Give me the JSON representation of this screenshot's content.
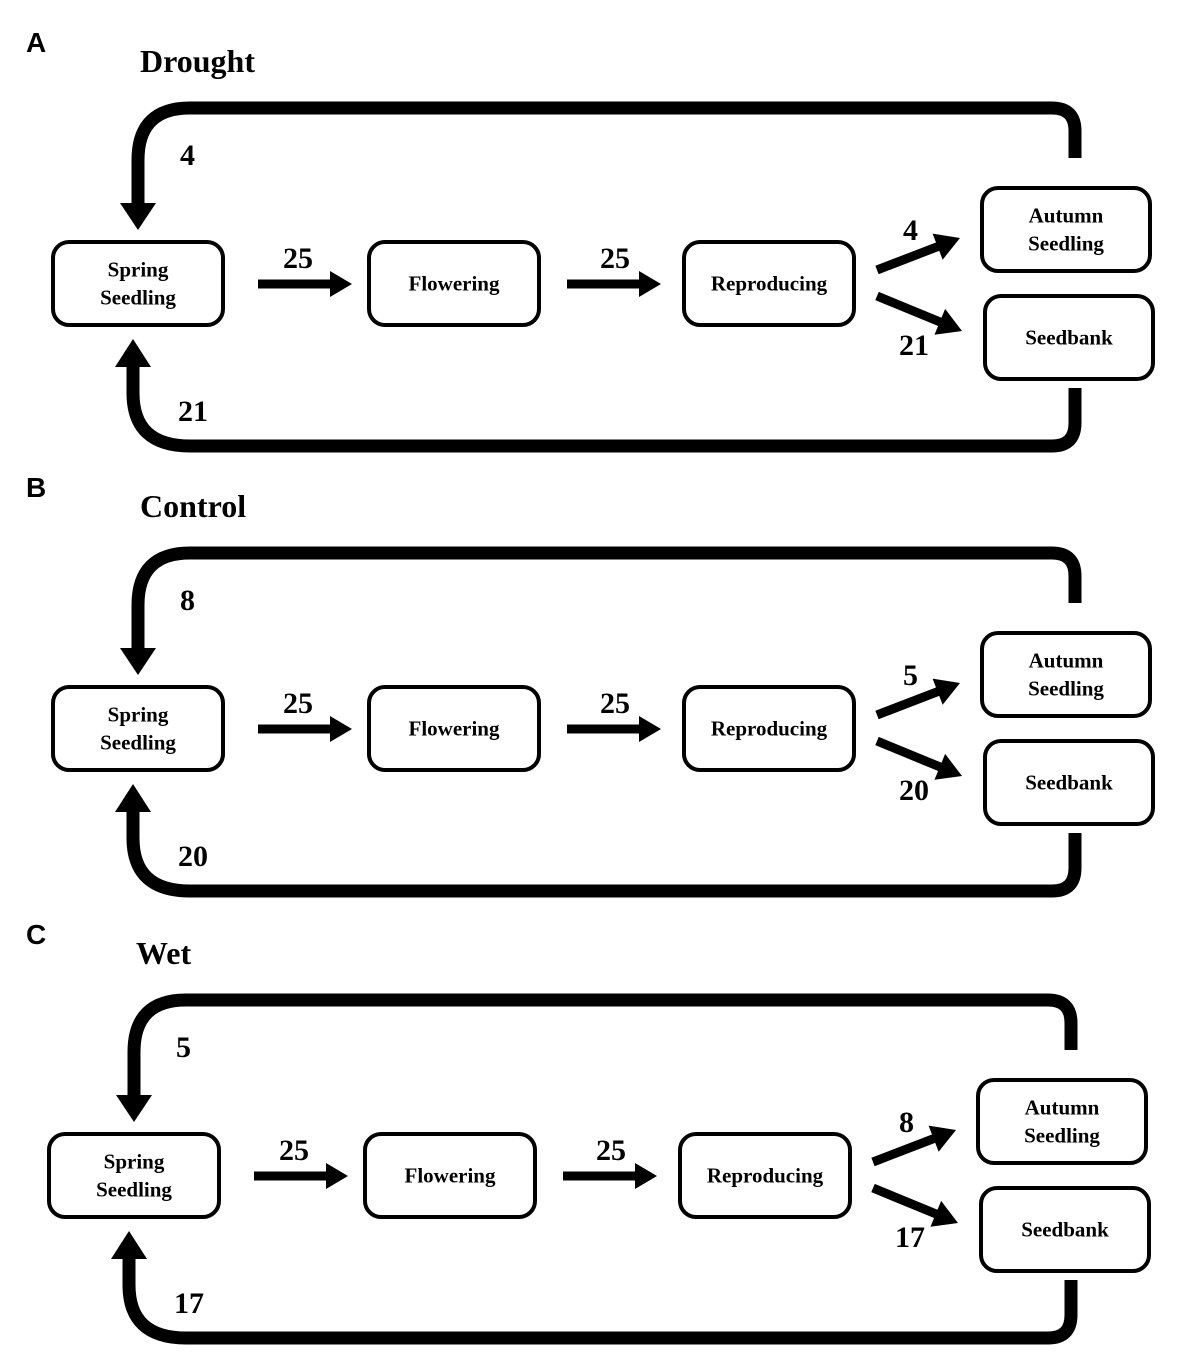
{
  "panels": [
    {
      "letter": "A",
      "title": "Drought",
      "nodes": {
        "spring": [
          "Spring",
          "Seedling"
        ],
        "flowering": [
          "Flowering"
        ],
        "reproducing": [
          "Reproducing"
        ],
        "autumn": [
          "Autumn",
          "Seedling"
        ],
        "seedbank": [
          "Seedbank"
        ]
      },
      "edges": {
        "spring_to_flowering": "25",
        "flowering_to_reproducing": "25",
        "reproducing_to_autumn": "4",
        "reproducing_to_seedbank": "21",
        "autumn_to_spring": "4",
        "seedbank_to_spring": "21"
      }
    },
    {
      "letter": "B",
      "title": "Control",
      "nodes": {
        "spring": [
          "Spring",
          "Seedling"
        ],
        "flowering": [
          "Flowering"
        ],
        "reproducing": [
          "Reproducing"
        ],
        "autumn": [
          "Autumn",
          "Seedling"
        ],
        "seedbank": [
          "Seedbank"
        ]
      },
      "edges": {
        "spring_to_flowering": "25",
        "flowering_to_reproducing": "25",
        "reproducing_to_autumn": "5",
        "reproducing_to_seedbank": "20",
        "autumn_to_spring": "8",
        "seedbank_to_spring": "20"
      }
    },
    {
      "letter": "C",
      "title": "Wet",
      "nodes": {
        "spring": [
          "Spring",
          "Seedling"
        ],
        "flowering": [
          "Flowering"
        ],
        "reproducing": [
          "Reproducing"
        ],
        "autumn": [
          "Autumn",
          "Seedling"
        ],
        "seedbank": [
          "Seedbank"
        ]
      },
      "edges": {
        "spring_to_flowering": "25",
        "flowering_to_reproducing": "25",
        "reproducing_to_autumn": "8",
        "reproducing_to_seedbank": "17",
        "autumn_to_spring": "5",
        "seedbank_to_spring": "17"
      }
    }
  ]
}
